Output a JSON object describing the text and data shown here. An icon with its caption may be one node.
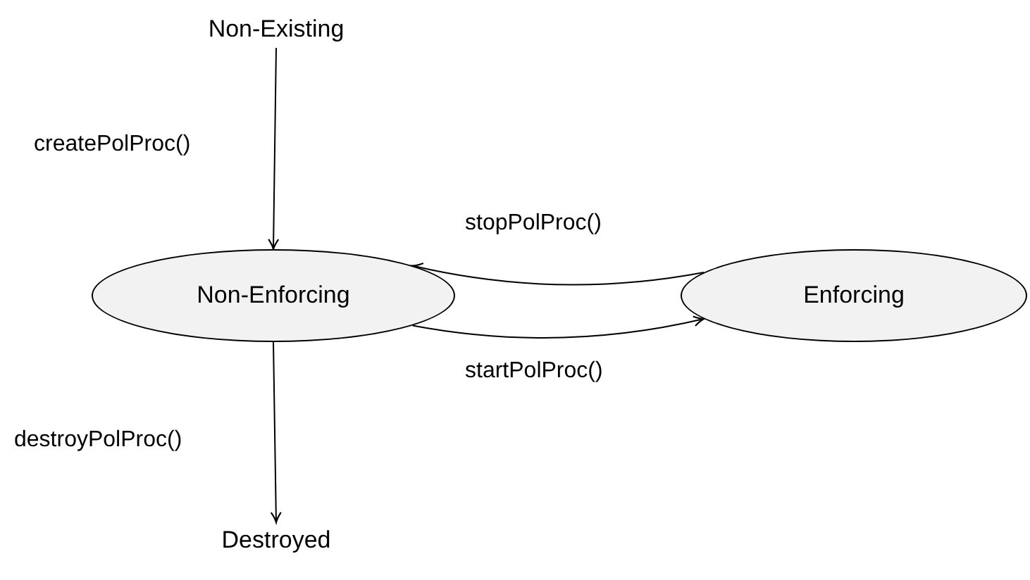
{
  "diagram": {
    "nodes": [
      {
        "text": [
          "Non-Existing"
        ]
      },
      {
        "text": [
          "Non-Enforcing"
        ]
      },
      {
        "text": [
          "Enforcing"
        ]
      },
      {
        "text": [
          "Destroyed"
        ]
      }
    ],
    "edges": [
      {
        "from": 0,
        "to": 1,
        "arrow": "to",
        "label": "createPolProc()"
      },
      {
        "from": 2,
        "to": 1,
        "arrow": "to",
        "label": "stopPolProc()"
      },
      {
        "from": 1,
        "to": 2,
        "arrow": "to",
        "label": "startPolProc()"
      },
      {
        "from": 1,
        "to": 3,
        "arrow": "to",
        "label": "destroyPolProc()"
      }
    ]
  }
}
